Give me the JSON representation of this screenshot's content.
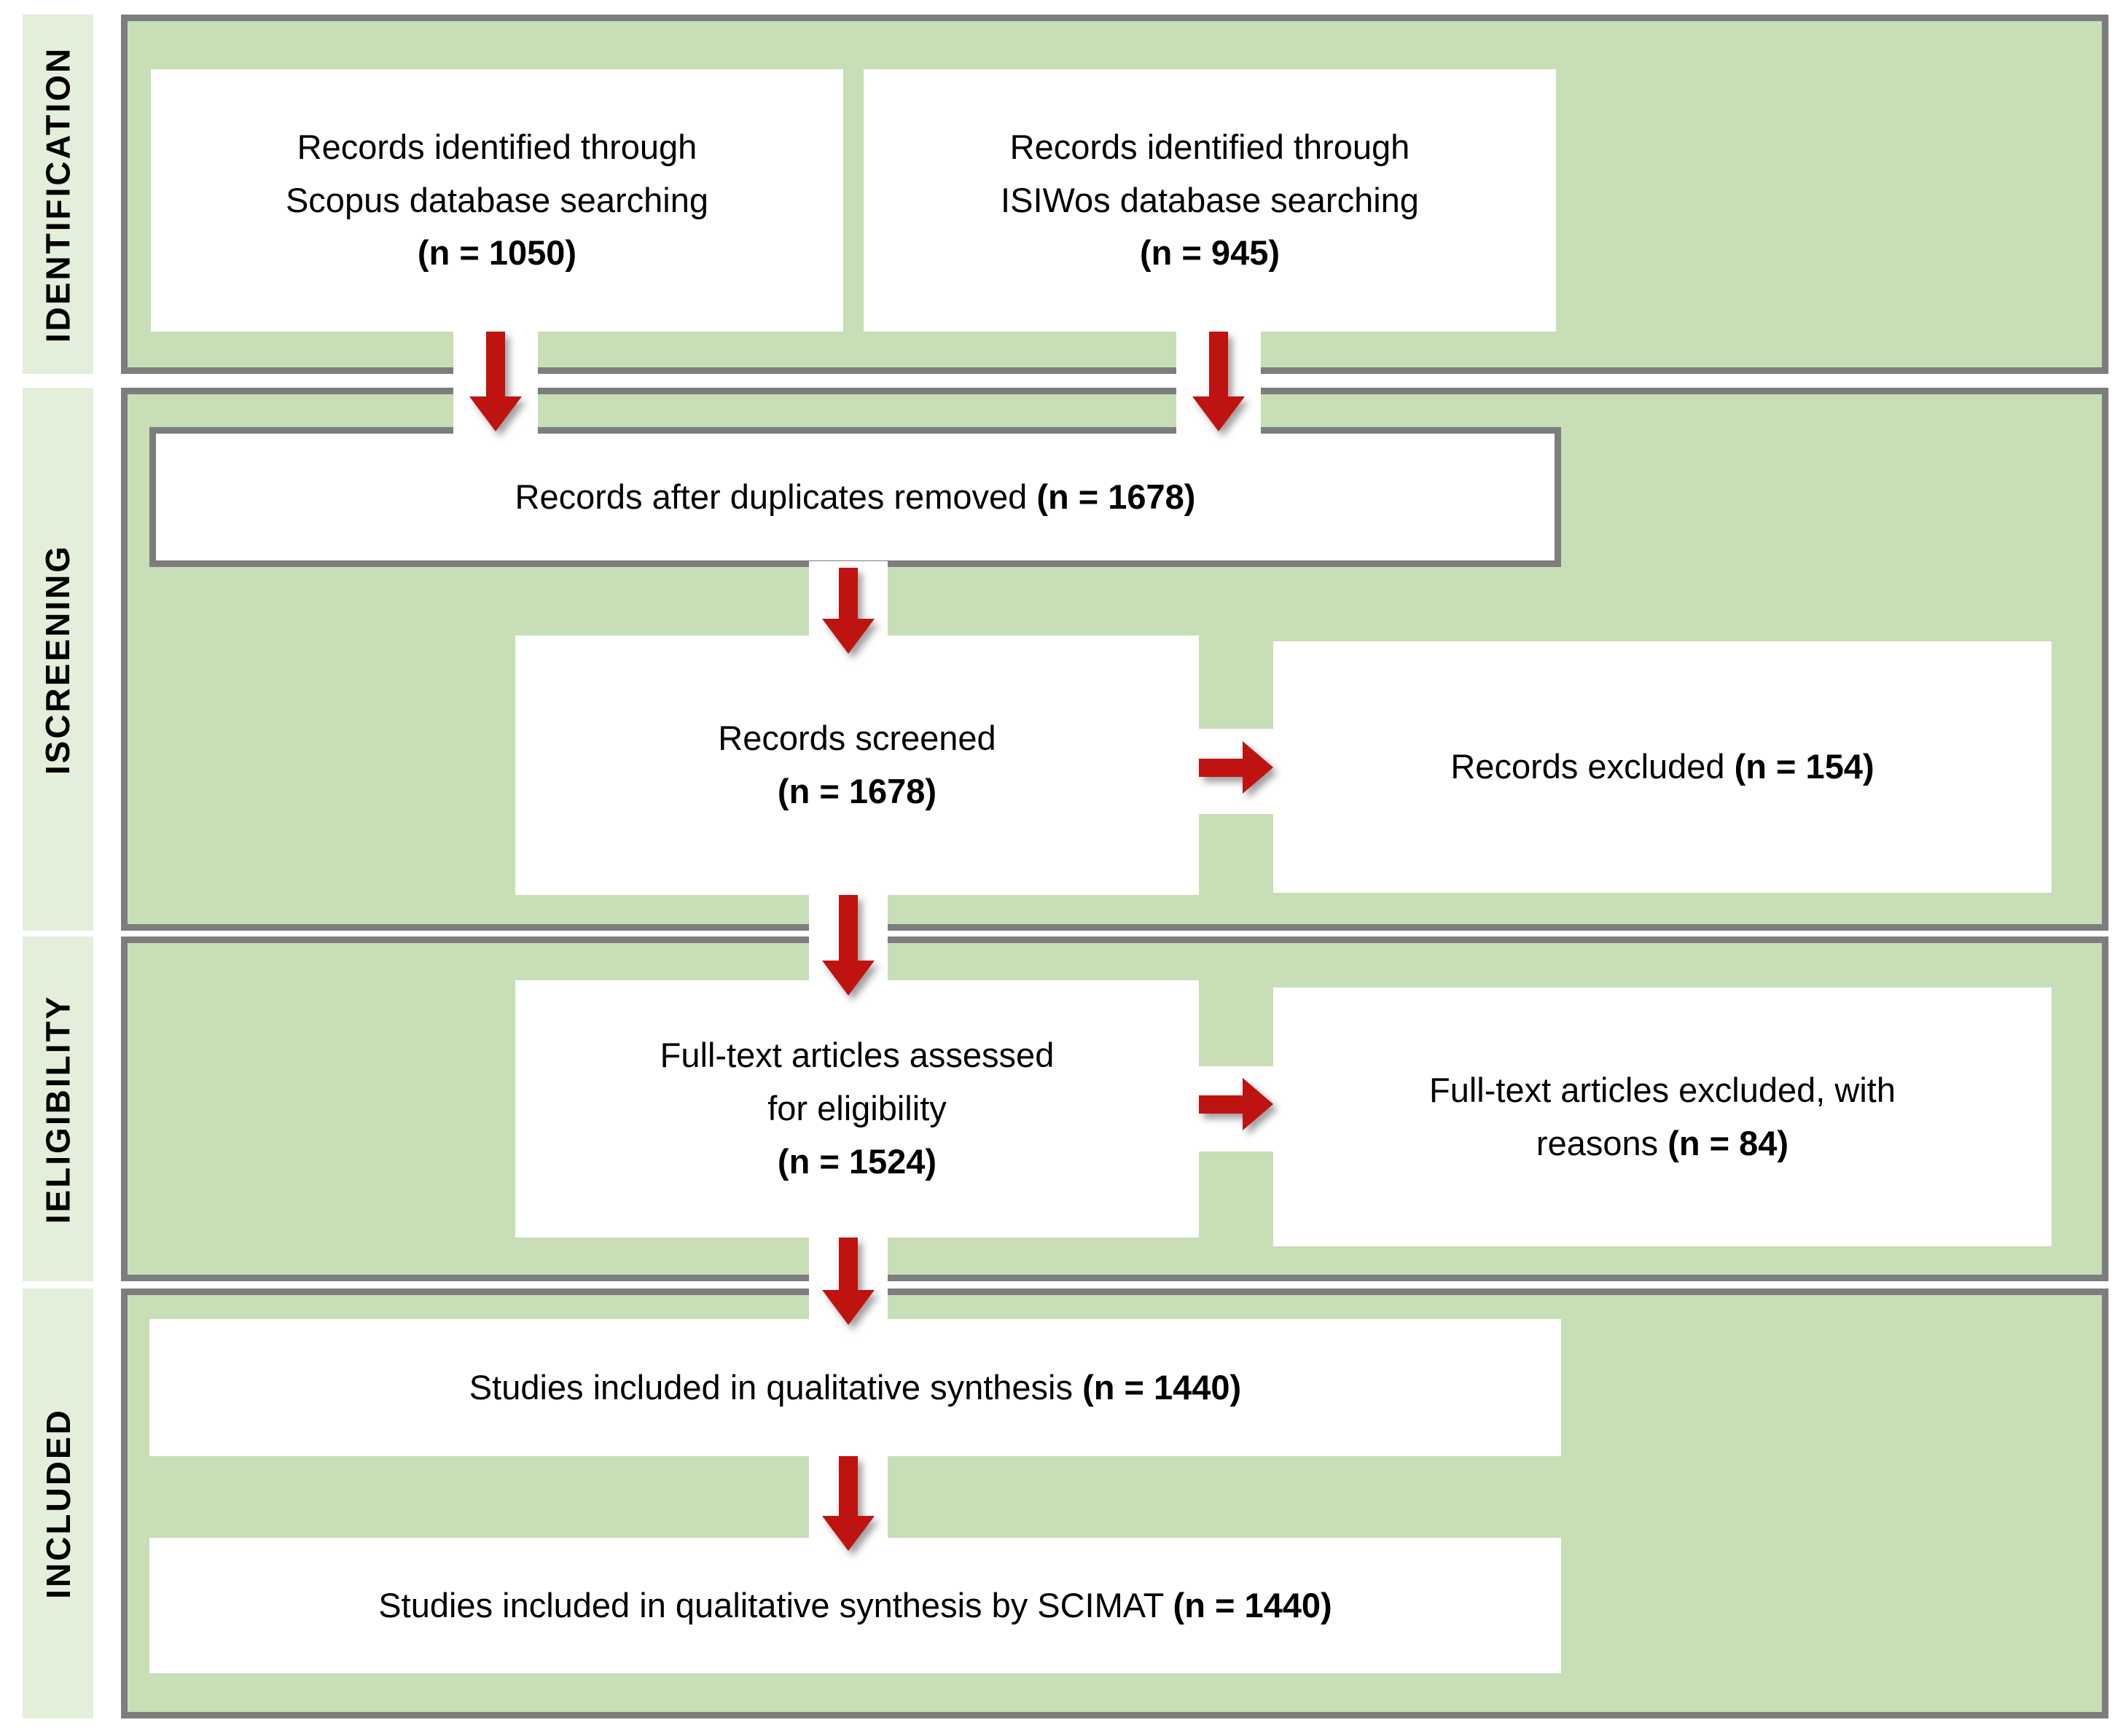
{
  "colors": {
    "panel_green": "#c8deb6",
    "sidebar_green": "#e3efda",
    "border_gray": "#7d7d7d",
    "arrow_red": "#bf1311",
    "box_white": "#ffffff",
    "text_color": "#000000"
  },
  "sidebar": {
    "sections": [
      {
        "label": "IDENTIFICATION"
      },
      {
        "label": "ISCREENING"
      },
      {
        "label": "IELIGIBILITY"
      },
      {
        "label": "INCLUDED"
      }
    ]
  },
  "boxes": {
    "scopus": {
      "count": 1050,
      "lines": [
        [
          {
            "t": "Records identified through"
          }
        ],
        [
          {
            "t": "Scopus database searching"
          }
        ],
        [
          {
            "t": "(n = 1050)",
            "b": true
          }
        ]
      ]
    },
    "isiwos": {
      "count": 945,
      "lines": [
        [
          {
            "t": "Records identified through"
          }
        ],
        [
          {
            "t": "ISIWos database searching"
          }
        ],
        [
          {
            "t": "(n = 945)",
            "b": true
          }
        ]
      ]
    },
    "duplicates_removed": {
      "count": 1678,
      "lines": [
        [
          {
            "t": "Records after duplicates removed "
          },
          {
            "t": "(n = 1678)",
            "b": true
          }
        ]
      ]
    },
    "screened": {
      "count": 1678,
      "lines": [
        [
          {
            "t": "Records screened"
          }
        ],
        [
          {
            "t": "(n = 1678)",
            "b": true
          }
        ]
      ]
    },
    "records_excluded": {
      "count": 154,
      "lines": [
        [
          {
            "t": "Records excluded "
          },
          {
            "t": "(n = 154)",
            "b": true
          }
        ]
      ]
    },
    "fulltext_assessed": {
      "count": 1524,
      "lines": [
        [
          {
            "t": "Full-text articles assessed"
          }
        ],
        [
          {
            "t": "for eligibility"
          }
        ],
        [
          {
            "t": "(n = 1524)",
            "b": true
          }
        ]
      ]
    },
    "fulltext_excluded": {
      "count": 84,
      "lines": [
        [
          {
            "t": "Full-text articles excluded, with"
          }
        ],
        [
          {
            "t": "reasons "
          },
          {
            "t": "(n = 84)",
            "b": true
          }
        ]
      ]
    },
    "qualitative_synthesis": {
      "count": 1440,
      "lines": [
        [
          {
            "t": "Studies included in qualitative synthesis "
          },
          {
            "t": "(n = 1440)",
            "b": true
          }
        ]
      ]
    },
    "scimat_synthesis": {
      "count": 1440,
      "lines": [
        [
          {
            "t": "Studies included in qualitative synthesis by SCIMAT "
          },
          {
            "t": "(n = 1440)",
            "b": true
          }
        ]
      ]
    }
  },
  "flows": [
    {
      "from": "scopus",
      "to": "duplicates_removed",
      "direction": "down"
    },
    {
      "from": "isiwos",
      "to": "duplicates_removed",
      "direction": "down"
    },
    {
      "from": "duplicates_removed",
      "to": "screened",
      "direction": "down"
    },
    {
      "from": "screened",
      "to": "records_excluded",
      "direction": "right"
    },
    {
      "from": "screened",
      "to": "fulltext_assessed",
      "direction": "down"
    },
    {
      "from": "fulltext_assessed",
      "to": "fulltext_excluded",
      "direction": "right"
    },
    {
      "from": "fulltext_assessed",
      "to": "qualitative_synthesis",
      "direction": "down"
    },
    {
      "from": "qualitative_synthesis",
      "to": "scimat_synthesis",
      "direction": "down"
    }
  ]
}
